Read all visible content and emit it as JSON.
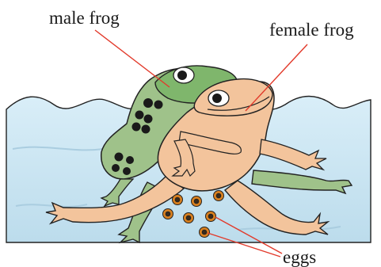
{
  "labels": {
    "male": "male frog",
    "female": "female frog",
    "eggs": "eggs"
  },
  "colors": {
    "water": "#cfe8f3",
    "male_frog": "#9fc28a",
    "male_frog_head": "#7fb66c",
    "female_frog": "#f3c49c",
    "spots": "#1a1a1a",
    "egg_ring": "#d9801f",
    "pointer_line": "#e23a2b"
  }
}
